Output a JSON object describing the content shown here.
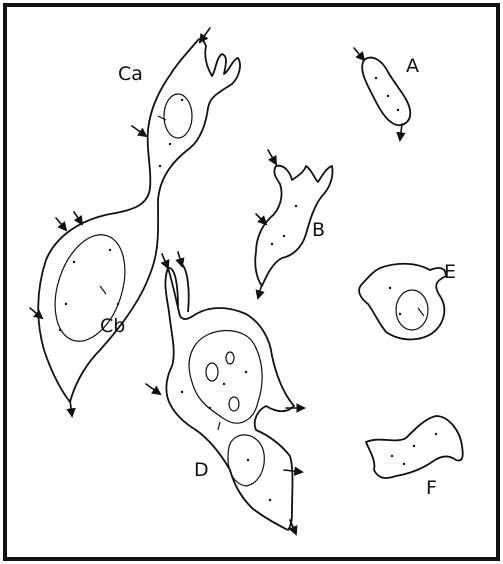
{
  "figure": {
    "labels": {
      "Ca": "Ca",
      "Cb": "Cb",
      "A": "A",
      "B": "B",
      "D": "D",
      "E": "E",
      "F": "F"
    },
    "colors": {
      "ink": "#111111",
      "background": "#ffffff"
    }
  }
}
